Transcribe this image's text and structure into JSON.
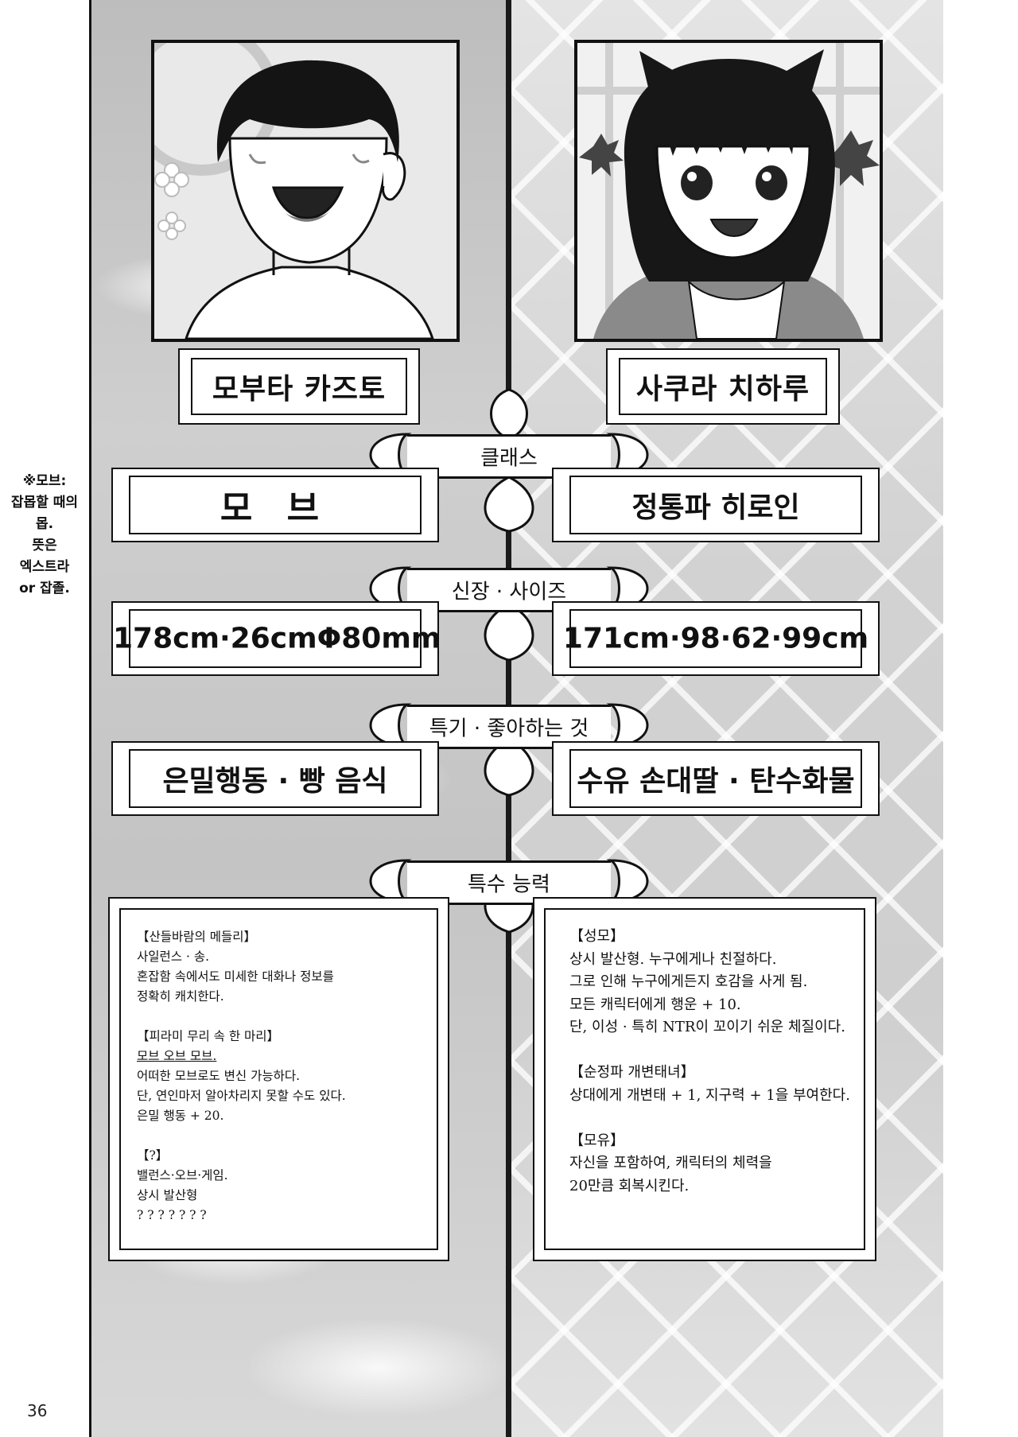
{
  "characters": {
    "left": {
      "name": "모부타 카즈토",
      "class": "모 브",
      "size": "178cm·26cmΦ80mm",
      "likes": "은밀행동 · 빵 음식"
    },
    "right": {
      "name": "사쿠라 치하루",
      "class": "정통파 히로인",
      "size": "171cm·98·62·99cm",
      "likes": "수유 손대딸 · 탄수화물"
    }
  },
  "labels": {
    "class": "클래스",
    "size": "신장 · 사이즈",
    "likes": "특기 · 좋아하는 것",
    "ability": "특수 능력"
  },
  "abilities": {
    "left": [
      "【산들바람의 메들리】",
      "사일런스 · 송.",
      "혼잡함 속에서도 미세한 대화나 정보를",
      "정확히 캐치한다.",
      "",
      "【피라미 무리 속 한 마리】",
      "모브 오브 모브.",
      "어떠한 모브로도 변신 가능하다.",
      "단, 연인마저 알아차리지 못할 수도 있다.",
      "은밀 행동 + 20.",
      "",
      "【?】",
      "밸런스·오브·게임.",
      "상시 발산형",
      "? ? ? ? ? ? ?"
    ],
    "right": [
      "【성모】",
      "상시 발산형. 누구에게나 친절하다.",
      "그로 인해 누구에게든지 호감을 사게 됨.",
      "모든 캐릭터에게 행운 + 10.",
      "단, 이성 · 특히 NTR이 꼬이기 쉬운 체질이다.",
      "",
      "【순정파 개변태녀】",
      "상대에게 개변태 + 1, 지구력 + 1을 부여한다.",
      "",
      "【모유】",
      "자신을 포함하여, 캐릭터의 체력을",
      "20만큼 회복시킨다."
    ]
  },
  "note": [
    "※모브:",
    "잡몹할 때의",
    "몹.",
    "뜻은",
    "엑스트라",
    "or 잡졸."
  ],
  "page_number": "36",
  "colors": {
    "ink": "#111111",
    "paper": "#ffffff",
    "left_bg": "#c8c8c8",
    "right_bg": "#dadada"
  }
}
